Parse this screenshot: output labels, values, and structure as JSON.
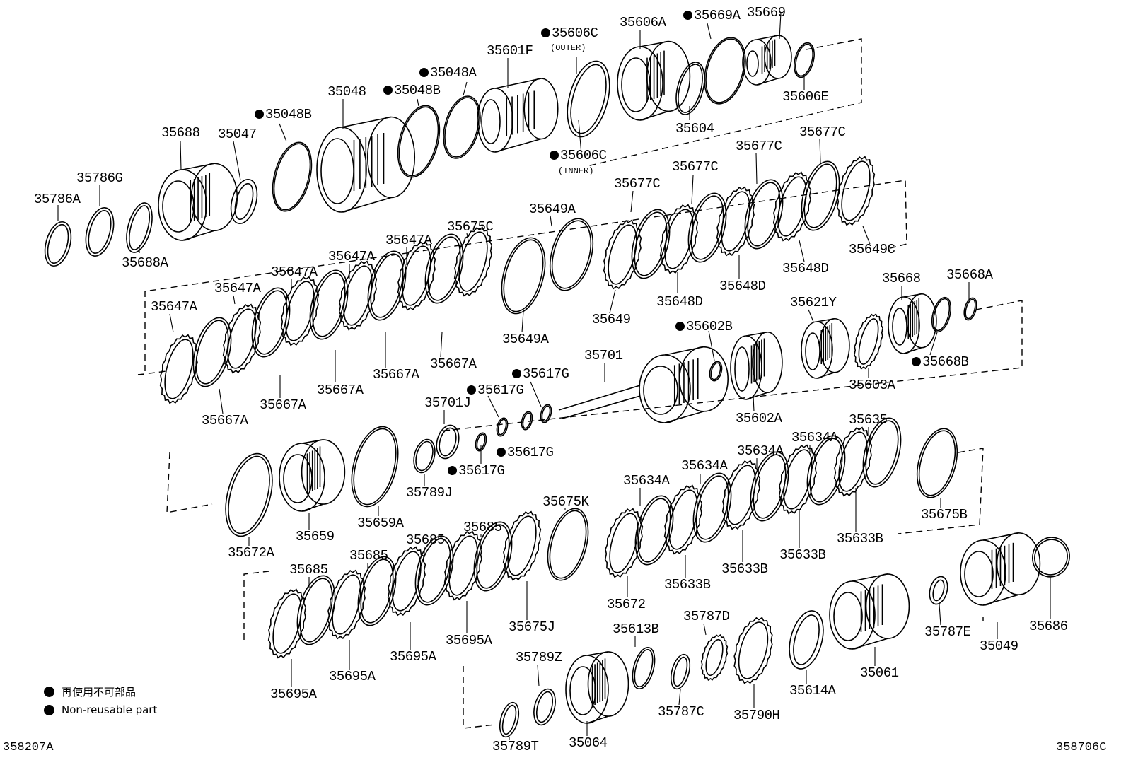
{
  "legend": {
    "jp": "再使用不可部品",
    "en": "Non-reusable part"
  },
  "codes": {
    "left": "358207A",
    "right": "358706C"
  },
  "labels": [
    {
      "t": "35606A"
    },
    {
      "t": "35669A",
      "np": true
    },
    {
      "t": "35669"
    },
    {
      "t": "35606C",
      "np": true
    },
    {
      "t": "(OUTER)"
    },
    {
      "t": "35601F"
    },
    {
      "t": "35048A",
      "np": true
    },
    {
      "t": "35048"
    },
    {
      "t": "35048B",
      "np": true
    },
    {
      "t": "35048B",
      "np": true
    },
    {
      "t": "35688"
    },
    {
      "t": "35047"
    },
    {
      "t": "35786G"
    },
    {
      "t": "35786A"
    },
    {
      "t": "35688A"
    },
    {
      "t": "35606C",
      "np": true
    },
    {
      "t": "(INNER)"
    },
    {
      "t": "35604"
    },
    {
      "t": "35606E"
    },
    {
      "t": "35677C"
    },
    {
      "t": "35677C"
    },
    {
      "t": "35677C"
    },
    {
      "t": "35677C"
    },
    {
      "t": "35649C"
    },
    {
      "t": "35648D"
    },
    {
      "t": "35648D"
    },
    {
      "t": "35648D"
    },
    {
      "t": "35649"
    },
    {
      "t": "35649A"
    },
    {
      "t": "35649A"
    },
    {
      "t": "35675C"
    },
    {
      "t": "35647A"
    },
    {
      "t": "35647A"
    },
    {
      "t": "35647A"
    },
    {
      "t": "35647A"
    },
    {
      "t": "35647A"
    },
    {
      "t": "35667A"
    },
    {
      "t": "35667A"
    },
    {
      "t": "35667A"
    },
    {
      "t": "35667A"
    },
    {
      "t": "35667A"
    },
    {
      "t": "35621Y"
    },
    {
      "t": "35668"
    },
    {
      "t": "35668A"
    },
    {
      "t": "35668B",
      "np": true
    },
    {
      "t": "35603A"
    },
    {
      "t": "35602B",
      "np": true
    },
    {
      "t": "35602A"
    },
    {
      "t": "35701"
    },
    {
      "t": "35617G",
      "np": true
    },
    {
      "t": "35617G",
      "np": true
    },
    {
      "t": "35701J"
    },
    {
      "t": "35617G",
      "np": true
    },
    {
      "t": "35617G",
      "np": true
    },
    {
      "t": "35789J"
    },
    {
      "t": "35659A"
    },
    {
      "t": "35659"
    },
    {
      "t": "35672A"
    },
    {
      "t": "35675K"
    },
    {
      "t": "35672"
    },
    {
      "t": "35634A"
    },
    {
      "t": "35634A"
    },
    {
      "t": "35634A"
    },
    {
      "t": "35634A"
    },
    {
      "t": "35635"
    },
    {
      "t": "35633B"
    },
    {
      "t": "35633B"
    },
    {
      "t": "35633B"
    },
    {
      "t": "35633B"
    },
    {
      "t": "35675B"
    },
    {
      "t": "35685"
    },
    {
      "t": "35685"
    },
    {
      "t": "35685"
    },
    {
      "t": "35685"
    },
    {
      "t": "35675J"
    },
    {
      "t": "35695A"
    },
    {
      "t": "35695A"
    },
    {
      "t": "35695A"
    },
    {
      "t": "35695A"
    },
    {
      "t": "35789Z"
    },
    {
      "t": "35613B"
    },
    {
      "t": "35787D"
    },
    {
      "t": "35787C"
    },
    {
      "t": "35790H"
    },
    {
      "t": "35614A"
    },
    {
      "t": "35061"
    },
    {
      "t": "35787E"
    },
    {
      "t": "35049"
    },
    {
      "t": "35686"
    },
    {
      "t": "35064"
    },
    {
      "t": "35789T"
    }
  ]
}
